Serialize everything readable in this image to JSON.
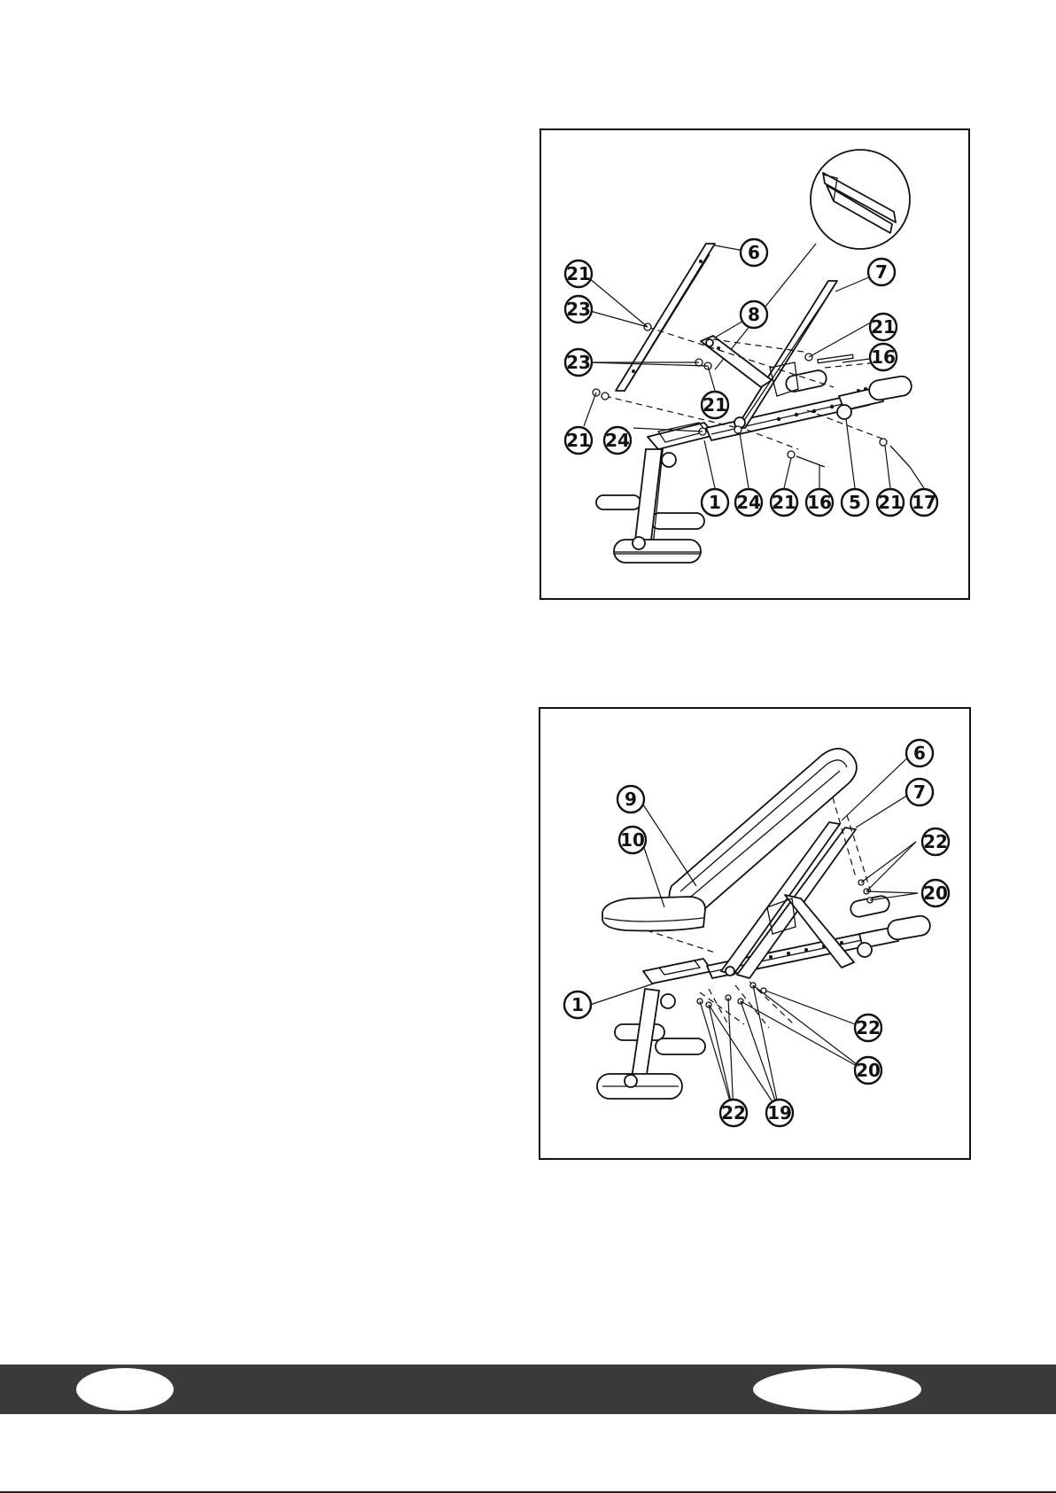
{
  "figure1": {
    "callouts": [
      "6",
      "7",
      "8",
      "21",
      "23",
      "23",
      "21",
      "21",
      "16",
      "21",
      "24",
      "1",
      "24",
      "21",
      "16",
      "5",
      "21",
      "17"
    ]
  },
  "figure2": {
    "callouts": [
      "6",
      "7",
      "9",
      "10",
      "22",
      "20",
      "1",
      "22",
      "20",
      "22",
      "19"
    ]
  },
  "footer": {
    "band_color": "#3a3a3a"
  }
}
